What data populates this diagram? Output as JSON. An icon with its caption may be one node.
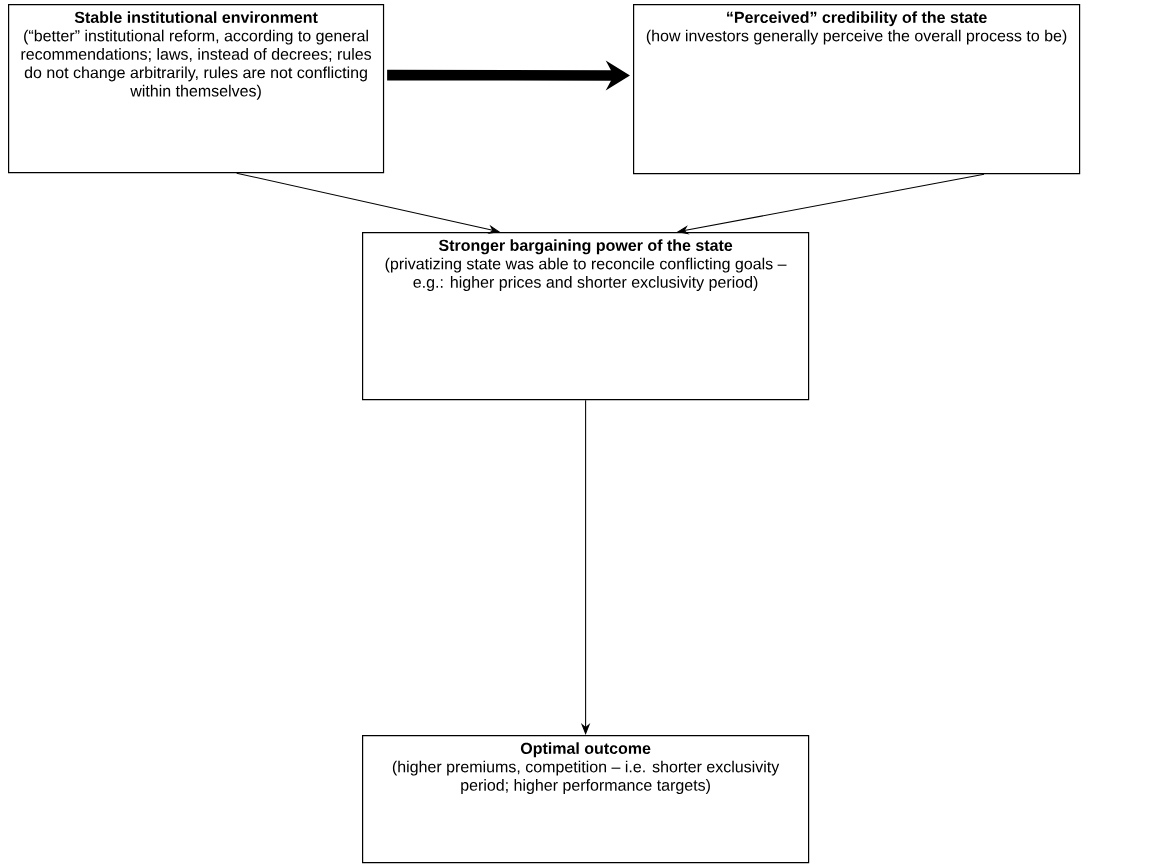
{
  "diagram": {
    "nodes": [
      {
        "text": [
          "Stable institutional environment",
          "(“better” institutional reform, according to general recommendations; laws, instead of decrees; rules do not change arbitrarily, rules are not conflicting within themselves)"
        ]
      },
      {
        "text": [
          "“Perceived” credibility of the state",
          "(how investors generally perceive the overall process to be)"
        ]
      },
      {
        "text": [
          "Stronger bargaining power of the state",
          "(privatizing state was able to reconcile conflicting goals – e.g.: higher prices and shorter exclusivity period)"
        ]
      },
      {
        "text": [
          "Optimal outcome",
          "(higher premiums, competition – i.e. shorter exclusivity period; higher performance targets)"
        ]
      }
    ],
    "edges": [
      {
        "from": 0,
        "to": 1,
        "arrow": "to",
        "style": "thick"
      },
      {
        "from": 0,
        "to": 2,
        "arrow": "to"
      },
      {
        "from": 1,
        "to": 2,
        "arrow": "to"
      },
      {
        "from": 2,
        "to": 3,
        "arrow": "to"
      }
    ]
  }
}
